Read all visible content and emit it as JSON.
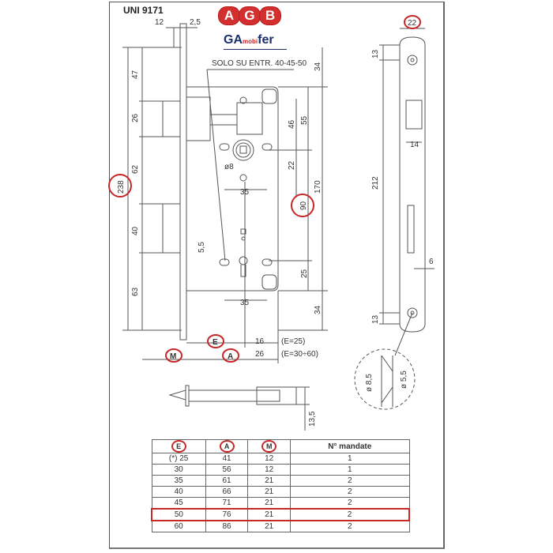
{
  "title": "UNI 9171",
  "logo": {
    "agb_letters": [
      "A",
      "G",
      "B"
    ],
    "brand_prefix": "GA",
    "brand_mid": "mobi",
    "brand_suffix": "fer"
  },
  "note": "SOLO SU ENTR. 40-45-50",
  "colors": {
    "accent": "#c62828",
    "line": "#555555",
    "brand_blue": "#1b2f6b"
  },
  "dims": {
    "top_12": "12",
    "top_2_5": "2,5",
    "left_47": "47",
    "left_26": "26",
    "left_62": "62",
    "left_238": "238",
    "left_40": "40",
    "left_63": "63",
    "d_34_top": "34",
    "d_34_bottom": "34",
    "d_55": "55",
    "d_46": "46",
    "d_22": "22",
    "d_170": "170",
    "d_90": "90",
    "d_25": "25",
    "d_8": "ø8",
    "d_35a": "35",
    "d_35b": "35",
    "d_5_5": "5,5",
    "e": "E",
    "a": "A",
    "m": "M",
    "d_16": "16",
    "d_26": "26",
    "e25": "(E=25)",
    "e30_60": "(E=30÷60)",
    "s_22": "22",
    "s_13_top": "13",
    "s_212": "212",
    "s_14": "14",
    "s_6": "6",
    "s_13_bottom": "13",
    "c_8_5": "ø 8,5",
    "c_5_5": "ø 5,5",
    "p_13_5": "13,5"
  },
  "table": {
    "headers": [
      "E",
      "A",
      "M",
      "N° mandate"
    ],
    "rows": [
      [
        "(*) 25",
        "41",
        "12",
        "1"
      ],
      [
        "30",
        "56",
        "12",
        "1"
      ],
      [
        "35",
        "61",
        "21",
        "2"
      ],
      [
        "40",
        "66",
        "21",
        "2"
      ],
      [
        "45",
        "71",
        "21",
        "2"
      ],
      [
        "50",
        "76",
        "21",
        "2"
      ],
      [
        "60",
        "86",
        "21",
        "2"
      ]
    ],
    "highlighted_row": 5
  }
}
